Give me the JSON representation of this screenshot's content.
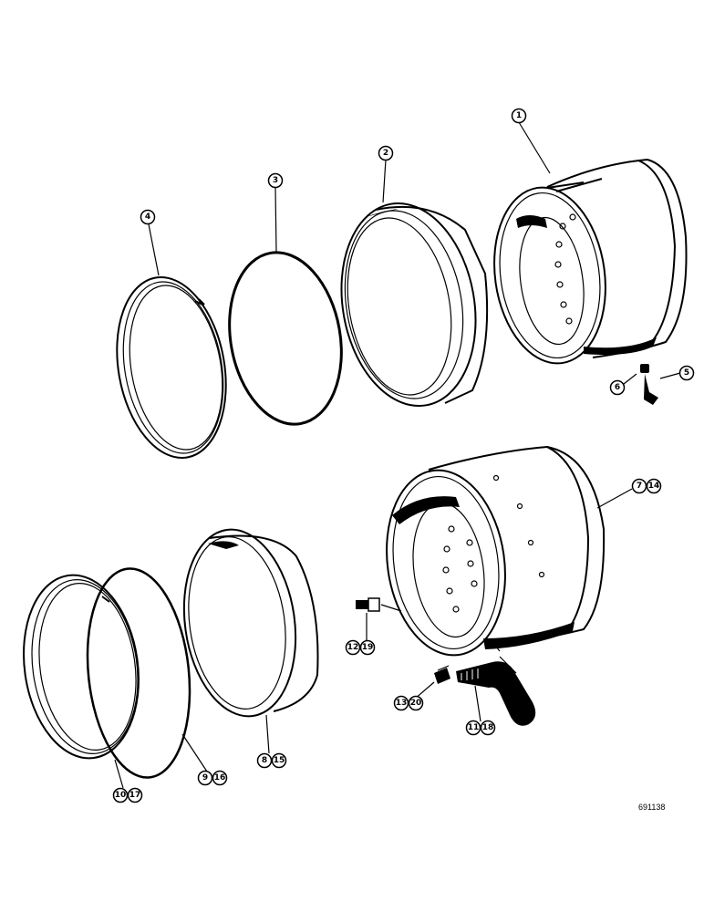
{
  "figure_ref": "691138",
  "callouts": {
    "c1": "1",
    "c2": "2",
    "c3": "3",
    "c4": "4",
    "c5": "5",
    "c6": "6",
    "c7": "7",
    "c14": "14",
    "c9": "9",
    "c16": "16",
    "c8": "8",
    "c15": "15",
    "c10": "10",
    "c17": "17",
    "c12": "12",
    "c19": "19",
    "c13": "13",
    "c20": "20",
    "c11": "11",
    "c18": "18"
  }
}
